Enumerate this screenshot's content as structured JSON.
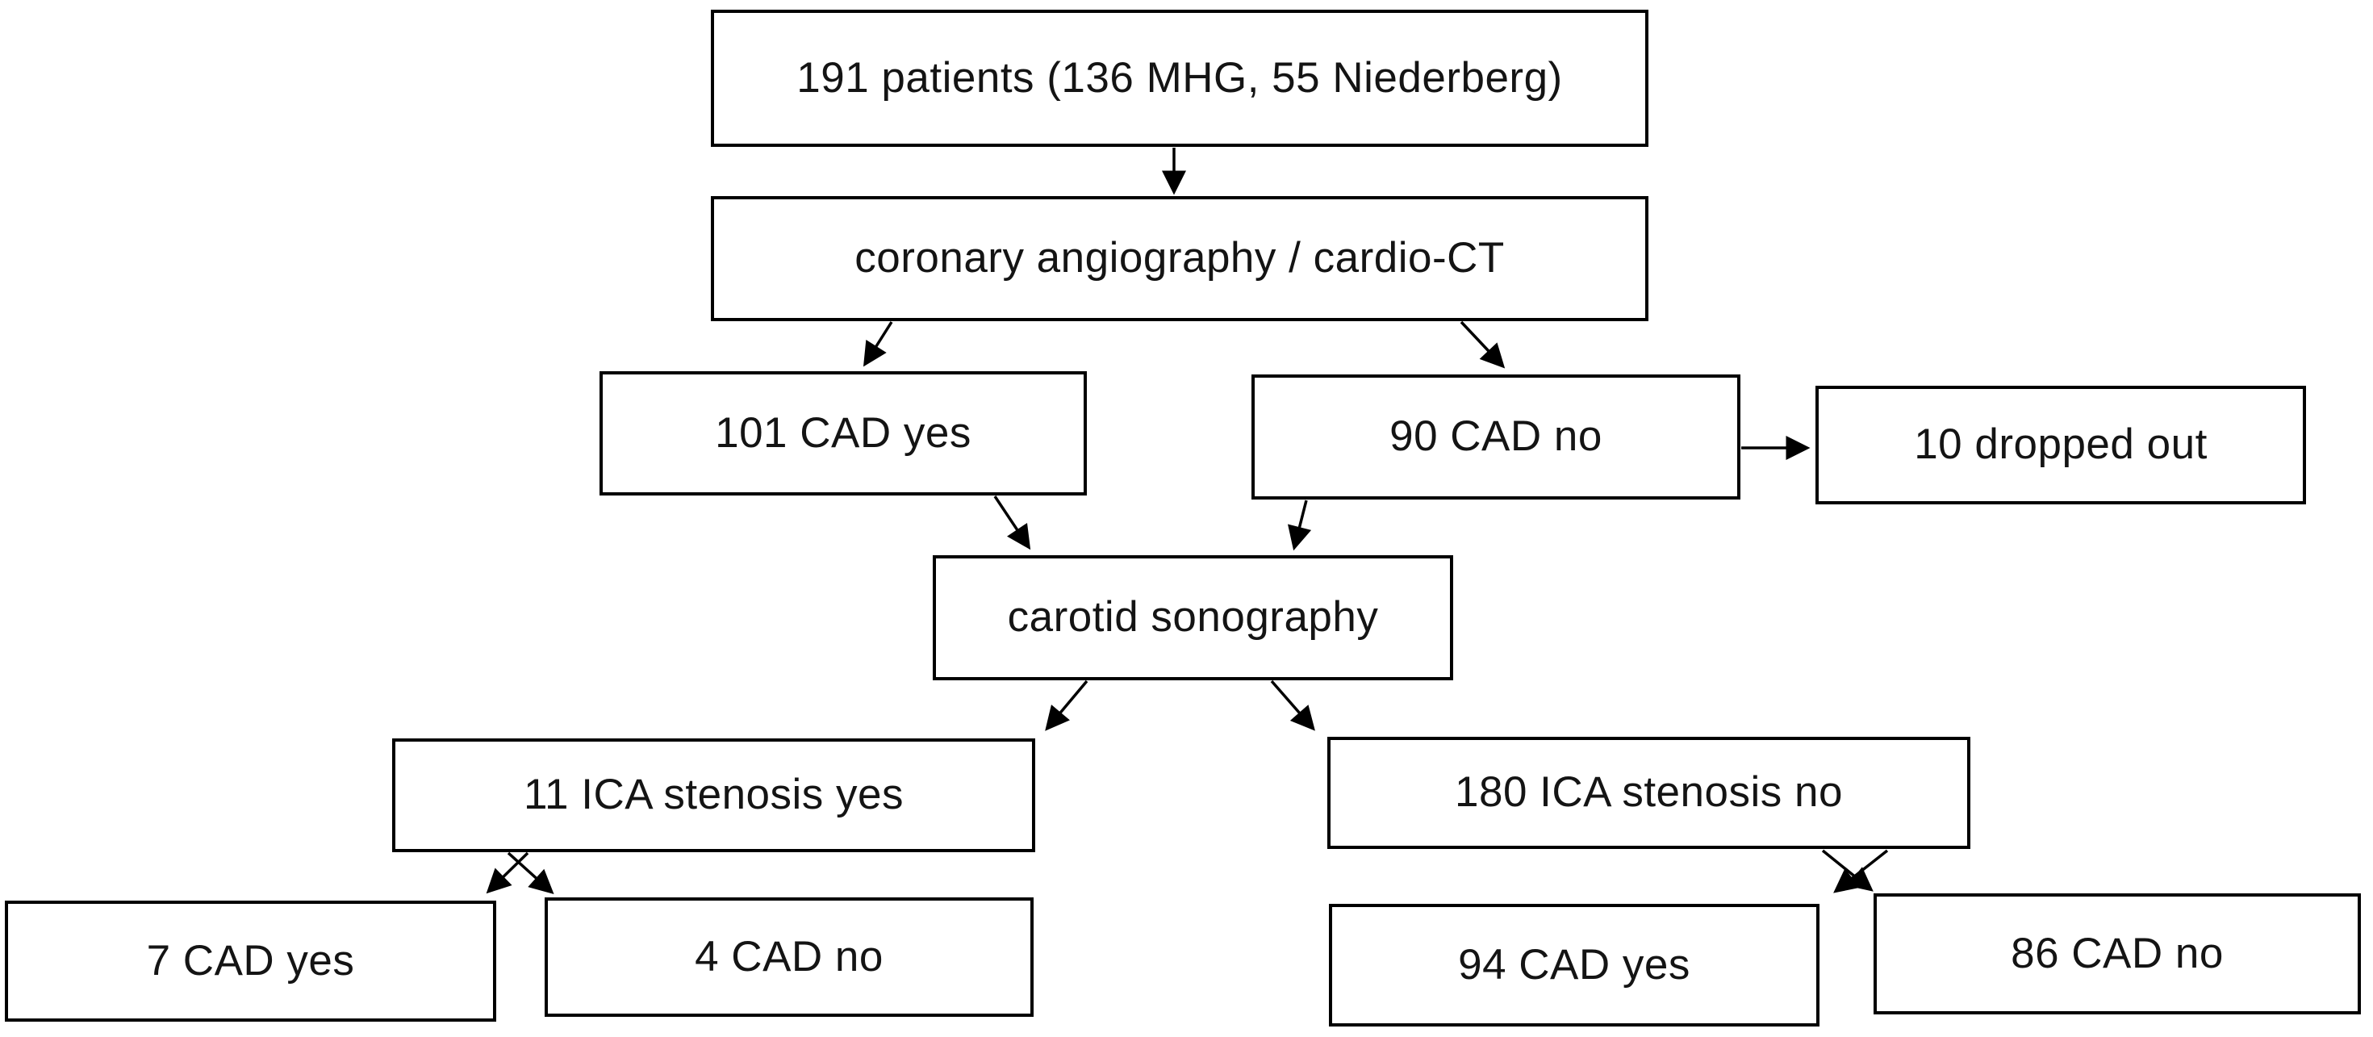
{
  "nodes": {
    "patients": {
      "label": "191 patients (136 MHG, 55 Niederberg)"
    },
    "angiography": {
      "label": "coronary angiography / cardio-CT"
    },
    "cad_yes": {
      "label": "101 CAD yes"
    },
    "cad_no": {
      "label": "90 CAD no"
    },
    "dropped_out": {
      "label": "10 dropped out"
    },
    "carotid": {
      "label": "carotid sonography"
    },
    "ica_yes": {
      "label": "11 ICA stenosis yes"
    },
    "ica_no": {
      "label": "180 ICA stenosis no"
    },
    "cad7": {
      "label": "7 CAD yes"
    },
    "cad4": {
      "label": "4 CAD no"
    },
    "cad94": {
      "label": "94 CAD yes"
    },
    "cad86": {
      "label": "86 CAD no"
    }
  },
  "edges": [
    {
      "from": "patients",
      "to": "angiography"
    },
    {
      "from": "angiography",
      "to": "cad_yes"
    },
    {
      "from": "angiography",
      "to": "cad_no"
    },
    {
      "from": "cad_no",
      "to": "dropped_out"
    },
    {
      "from": "cad_yes",
      "to": "carotid"
    },
    {
      "from": "cad_no",
      "to": "carotid"
    },
    {
      "from": "carotid",
      "to": "ica_yes"
    },
    {
      "from": "carotid",
      "to": "ica_no"
    },
    {
      "from": "ica_yes",
      "to": "cad7"
    },
    {
      "from": "ica_yes",
      "to": "cad4"
    },
    {
      "from": "ica_no",
      "to": "cad94"
    },
    {
      "from": "ica_no",
      "to": "cad86"
    }
  ],
  "colors": {
    "line": "#000000",
    "box_border": "#000000",
    "box_fill": "#ffffff",
    "text": "#141414",
    "background": "#ffffff"
  }
}
